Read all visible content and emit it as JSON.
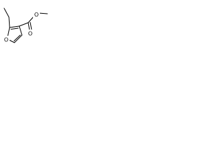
{
  "molecule": {
    "atoms": {
      "ring_oxygen": "O",
      "carbonyl_oxygen": "O",
      "ester_oxygen": "O"
    },
    "colors": {
      "bond": "#000000",
      "atom_label": "#000000",
      "background": "#ffffff"
    }
  }
}
